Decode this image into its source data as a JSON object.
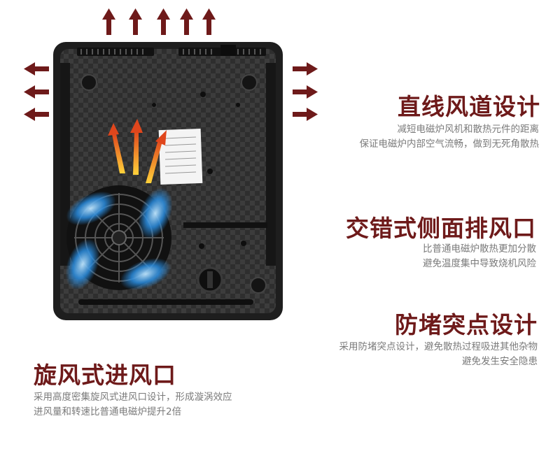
{
  "features": [
    {
      "title": "直线风道设计",
      "lines": [
        "减短电磁炉风机和散热元件的距离",
        "保证电磁炉内部空气流畅，做到无死角散热"
      ]
    },
    {
      "title": "交错式侧面排风口",
      "lines": [
        "比普通电磁炉散热更加分散",
        "避免温度集中导致烧机风险"
      ]
    },
    {
      "title": "防堵突点设计",
      "lines": [
        "采用防堵突点设计，避免散热过程吸进其他杂物",
        "避免发生安全隐患"
      ]
    },
    {
      "title": "旋风式进风口",
      "lines": [
        "采用高度密集旋风式进风口设计，形成漩涡效应",
        "进风量和转速比普通电磁炉提升2倍"
      ]
    }
  ],
  "colors": {
    "title": "#6e1a1a",
    "desc": "#7a7a7a",
    "arrow": "#6e1a1a",
    "airflow": "#f0a020",
    "fan_glow": "#2a8de0",
    "body": "#2b2b2b"
  },
  "icons": [
    "exhaust-arrow-icon",
    "airflow-arrow-icon",
    "fan-icon"
  ]
}
